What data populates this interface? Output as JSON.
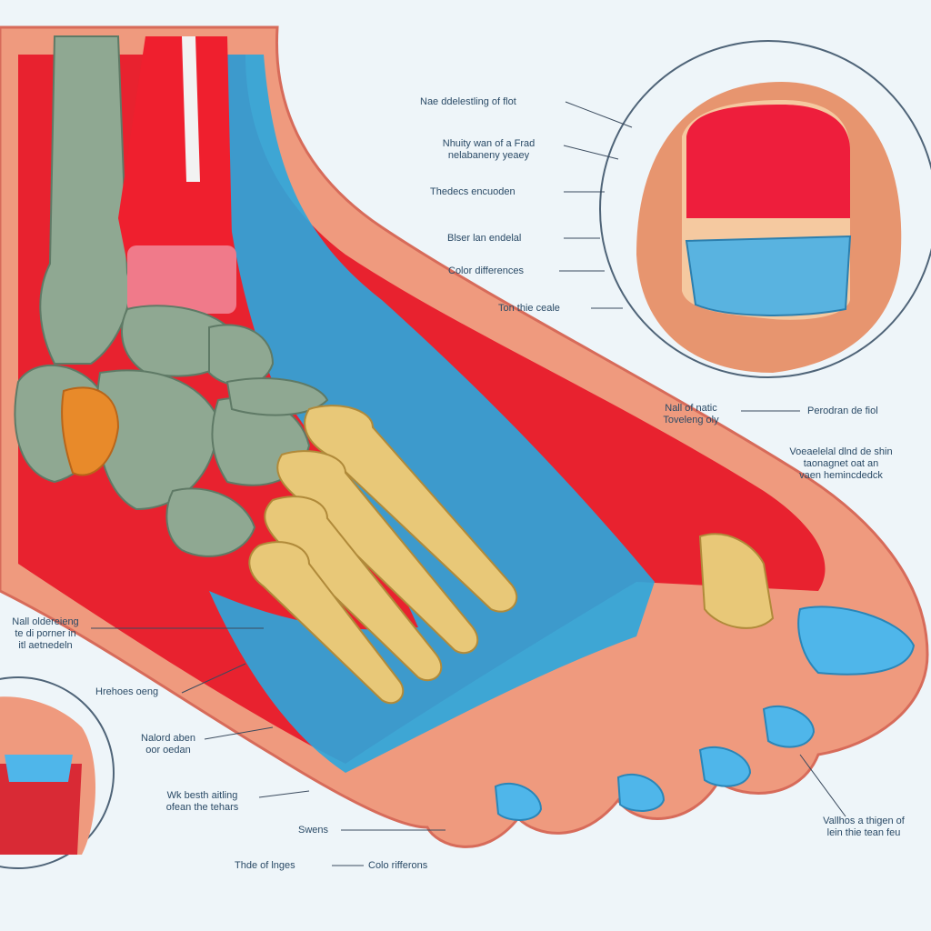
{
  "labels": {
    "top_1": "Nae ddelestling of flot",
    "top_2a": "Nhuity wan of a Frad",
    "top_2b": "nelabaneny yeaey",
    "top_3": "Thedecs encuoden",
    "top_4": "Blser lan endelal",
    "top_5": "Color differences",
    "top_6": "Ton thie ceale",
    "mid_1a": "Nall of natic",
    "mid_1b": "Toveleng oly",
    "mid_2": "Perodran de fiol",
    "mid_3a": "Voeaelelal dlnd de shin",
    "mid_3b": "taonagnet oat an",
    "mid_3c": "vaen hemincdedck",
    "left_1a": "Nall oldereieng",
    "left_1b": "te di porner in",
    "left_1c": "itl aetnedeln",
    "left_2": "Hrehoes oeng",
    "left_3a": "Nalord aben",
    "left_3b": "oor oedan",
    "left_4a": "Wk besth aitling",
    "left_4b": "ofean the tehars",
    "bottom_1": "Swens",
    "bottom_2": "Thde of lnges",
    "bottom_3": "Colo rifferons",
    "right_bottom_a": "Vallhos a thigen of",
    "right_bottom_b": "lein thie tean feu"
  },
  "colors": {
    "background": "#eef5f9",
    "skin": "#ef9a7e",
    "muscle": "#e8222f",
    "bone_green": "#8fa892",
    "bone_yellow": "#e8c878",
    "vessel_blue": "#2aa7de",
    "nail_blue": "#4fb6ea",
    "line": "#3b4b5e"
  }
}
